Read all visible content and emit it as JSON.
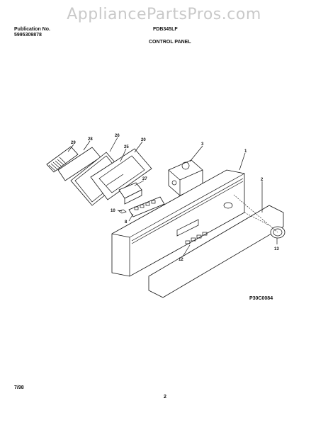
{
  "watermark": "AppliancePartsPros.com",
  "header": {
    "publication_label": "Publication No.",
    "publication_number": "5995309878",
    "model": "FDB345LF",
    "section_title": "CONTROL PANEL"
  },
  "diagram": {
    "id": "P30C0084",
    "callouts": [
      "29",
      "28",
      "26",
      "20",
      "25",
      "3",
      "1",
      "27",
      "2",
      "10",
      "8",
      "12",
      "13"
    ]
  },
  "footer": {
    "date": "7/98",
    "page": "2"
  }
}
